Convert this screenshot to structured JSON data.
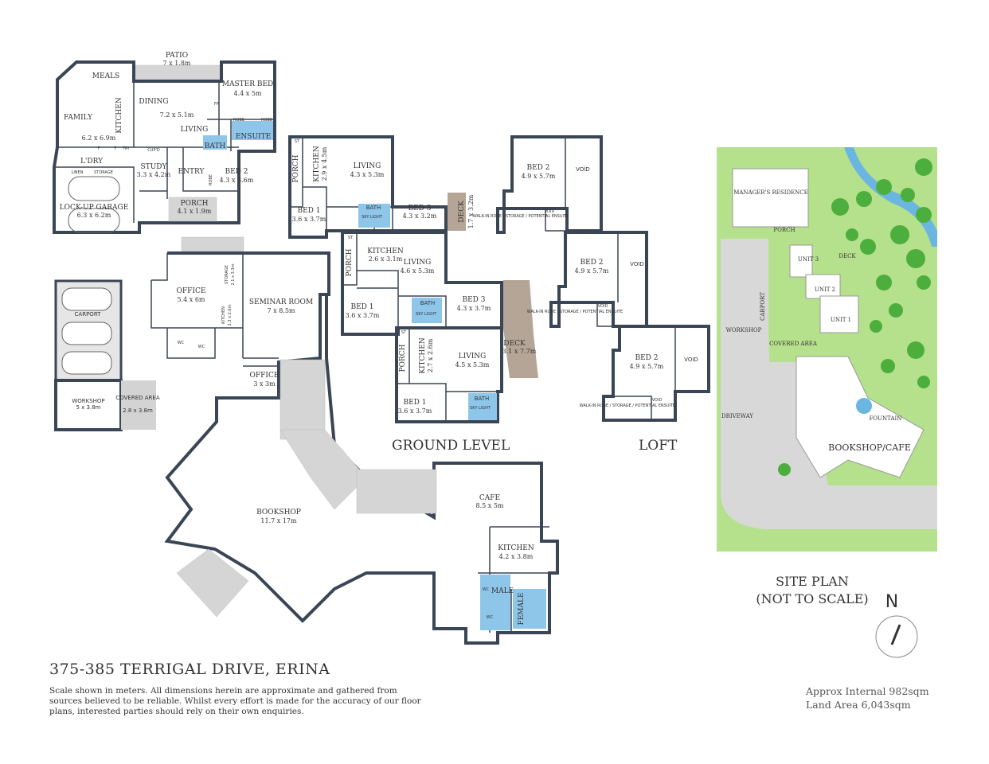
{
  "property": {
    "address": "375-385 TERRIGAL DRIVE, ERINA",
    "disclaimer": "Scale shown in meters. All dimensions herein are approximate and gathered from sources believed to be  reliable. Whilst every effort is made for the accuracy of our floor plans, interested parties should rely on their own enquiries.",
    "approx_internal": "Approx Internal 982sqm",
    "land_area": "Land Area 6,043sqm"
  },
  "levels": {
    "ground": "GROUND LEVEL",
    "loft": "LOFT",
    "site_plan_line1": "SITE PLAN",
    "site_plan_line2": "(NOT TO SCALE)",
    "north": "N"
  },
  "house": {
    "patio": "PATIO",
    "patio_dim": "7 x 1.8m",
    "meals": "MEALS",
    "family": "FAMILY",
    "family_dim": "6.2 x 6.9m",
    "kitchen": "KITCHEN",
    "dining": "DINING",
    "dining_dim": "7.2 x 5.1m",
    "living": "LIVING",
    "master": "MASTER BED",
    "master_dim": "4.4 x 5m",
    "fp": "FP",
    "robe": "ROBE",
    "ensuite": "ENSUITE",
    "bath": "BATH",
    "ldry": "L'DRY",
    "linen": "LINEN",
    "storage": "STORAGE",
    "cupd": "CUP'D",
    "f": "F",
    "tri": "TRI",
    "study": "STUDY",
    "study_dim": "3.3 x 4.2m",
    "entry": "ENTRY",
    "bed2": "BED 2",
    "bed2_dim": "4.3 x 3.6m",
    "garage": "LOCK-UP GARAGE",
    "garage_dim": "6.3 x 6.2m",
    "porch": "PORCH",
    "porch_dim": "4.1 x 1.9m"
  },
  "unit_a": {
    "st": "ST",
    "porch": "PORCH",
    "kitchen": "KITCHEN",
    "kitchen_dim": "2.9 x 4.5m",
    "living": "LIVING",
    "living_dim": "4.3 x 5.3m",
    "bed1": "BED 1",
    "bed1_dim": "3.6 x 3.7m",
    "bath": "BATH",
    "sky": "SKY LIGHT",
    "bed3": "BED 3",
    "bed3_dim": "4.3 x 3.2m",
    "deck": "DECK",
    "deck_dim": "1.7 x 3.2m"
  },
  "unit_b": {
    "st": "ST",
    "porch": "PORCH",
    "kitchen": "KITCHEN",
    "kitchen_dim": "2.6 x 3.1m",
    "living": "LIVING",
    "living_dim": "4.6 x 5.3m",
    "bed1": "BED 1",
    "bed1_dim": "3.6 x 3.7m",
    "bath": "BATH",
    "sky": "SKY LIGHT",
    "bed3": "BED 3",
    "bed3_dim": "4.3 x 3.7m",
    "deck": "DECK",
    "deck_dim": "3.1 x 7.7m"
  },
  "unit_c": {
    "st": "ST",
    "porch": "PORCH",
    "kitchen": "KITCHEN",
    "kitchen_dim": "2.7 x 2.6m",
    "living": "LIVING",
    "living_dim": "4.5 x 5.3m",
    "bed1": "BED 1",
    "bed1_dim": "3.6 x 3.7m",
    "bath": "BATH",
    "sky": "SKY LIGHT"
  },
  "loft": {
    "bed2": "BED 2",
    "bed2_dim": "4.9 x 5.7m",
    "void": "VOID",
    "wir": "WALK-IN ROBE / STORAGE / POTENTIAL ENSUITE"
  },
  "commercial": {
    "office1": "OFFICE",
    "office1_dim": "5.4 x 6m",
    "storage": "STORAGE",
    "storage_dim": "2.1 x 3.3m",
    "kitchen": "KITCHEN",
    "kitchen_dim": "2.3 x 2.6m",
    "seminar": "SEMINAR ROOM",
    "seminar_dim": "7 x 8.5m",
    "wc": "WC",
    "office2": "OFFICE",
    "office2_dim": "3 x 3m",
    "bookshop": "BOOKSHOP",
    "bookshop_dim": "11.7 x 17m",
    "cafe": "CAFE",
    "cafe_dim": "8.5 x 5m",
    "cafe_kitchen": "KITCHEN",
    "cafe_kitchen_dim": "4.2 x 3.8m",
    "male": "MALE",
    "female": "FEMALE"
  },
  "outbuilding": {
    "carport": "CARPORT",
    "workshop": "WORKSHOP",
    "workshop_dim": "5 x 3.8m",
    "covered": "COVERED AREA",
    "covered_dim": "2.8 x 3.8m"
  },
  "site": {
    "managers": "MANAGER'S RESIDENCE",
    "porch": "PORCH",
    "unit1": "UNIT 1",
    "unit2": "UNIT 2",
    "unit3": "UNIT 3",
    "deck": "DECK",
    "carport": "CARPORT",
    "workshop": "WORKSHOP",
    "covered": "COVERED AREA",
    "driveway": "DRIVEWAY",
    "fountain": "FOUNTAIN",
    "bookshop": "BOOKSHOP/CAFE",
    "colors": {
      "lawn": "#b5e08c",
      "path": "#d8d8d8",
      "water": "#6bb6e0",
      "tree": "#4cae3c"
    }
  }
}
